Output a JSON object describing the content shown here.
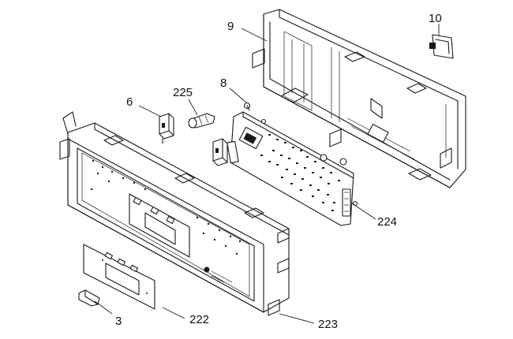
{
  "diagram": {
    "callouts": {
      "c9": "9",
      "c10": "10",
      "c8": "8",
      "c225": "225",
      "c6": "6",
      "c224": "224",
      "c3": "3",
      "c222": "222",
      "c223": "223"
    },
    "parts": {
      "rear_housing": "9",
      "clip": "10",
      "screw": "8",
      "knob": "225",
      "bracket": "6",
      "control_board": "224",
      "button": "3",
      "overlay": "222",
      "front_panel": "223"
    }
  }
}
